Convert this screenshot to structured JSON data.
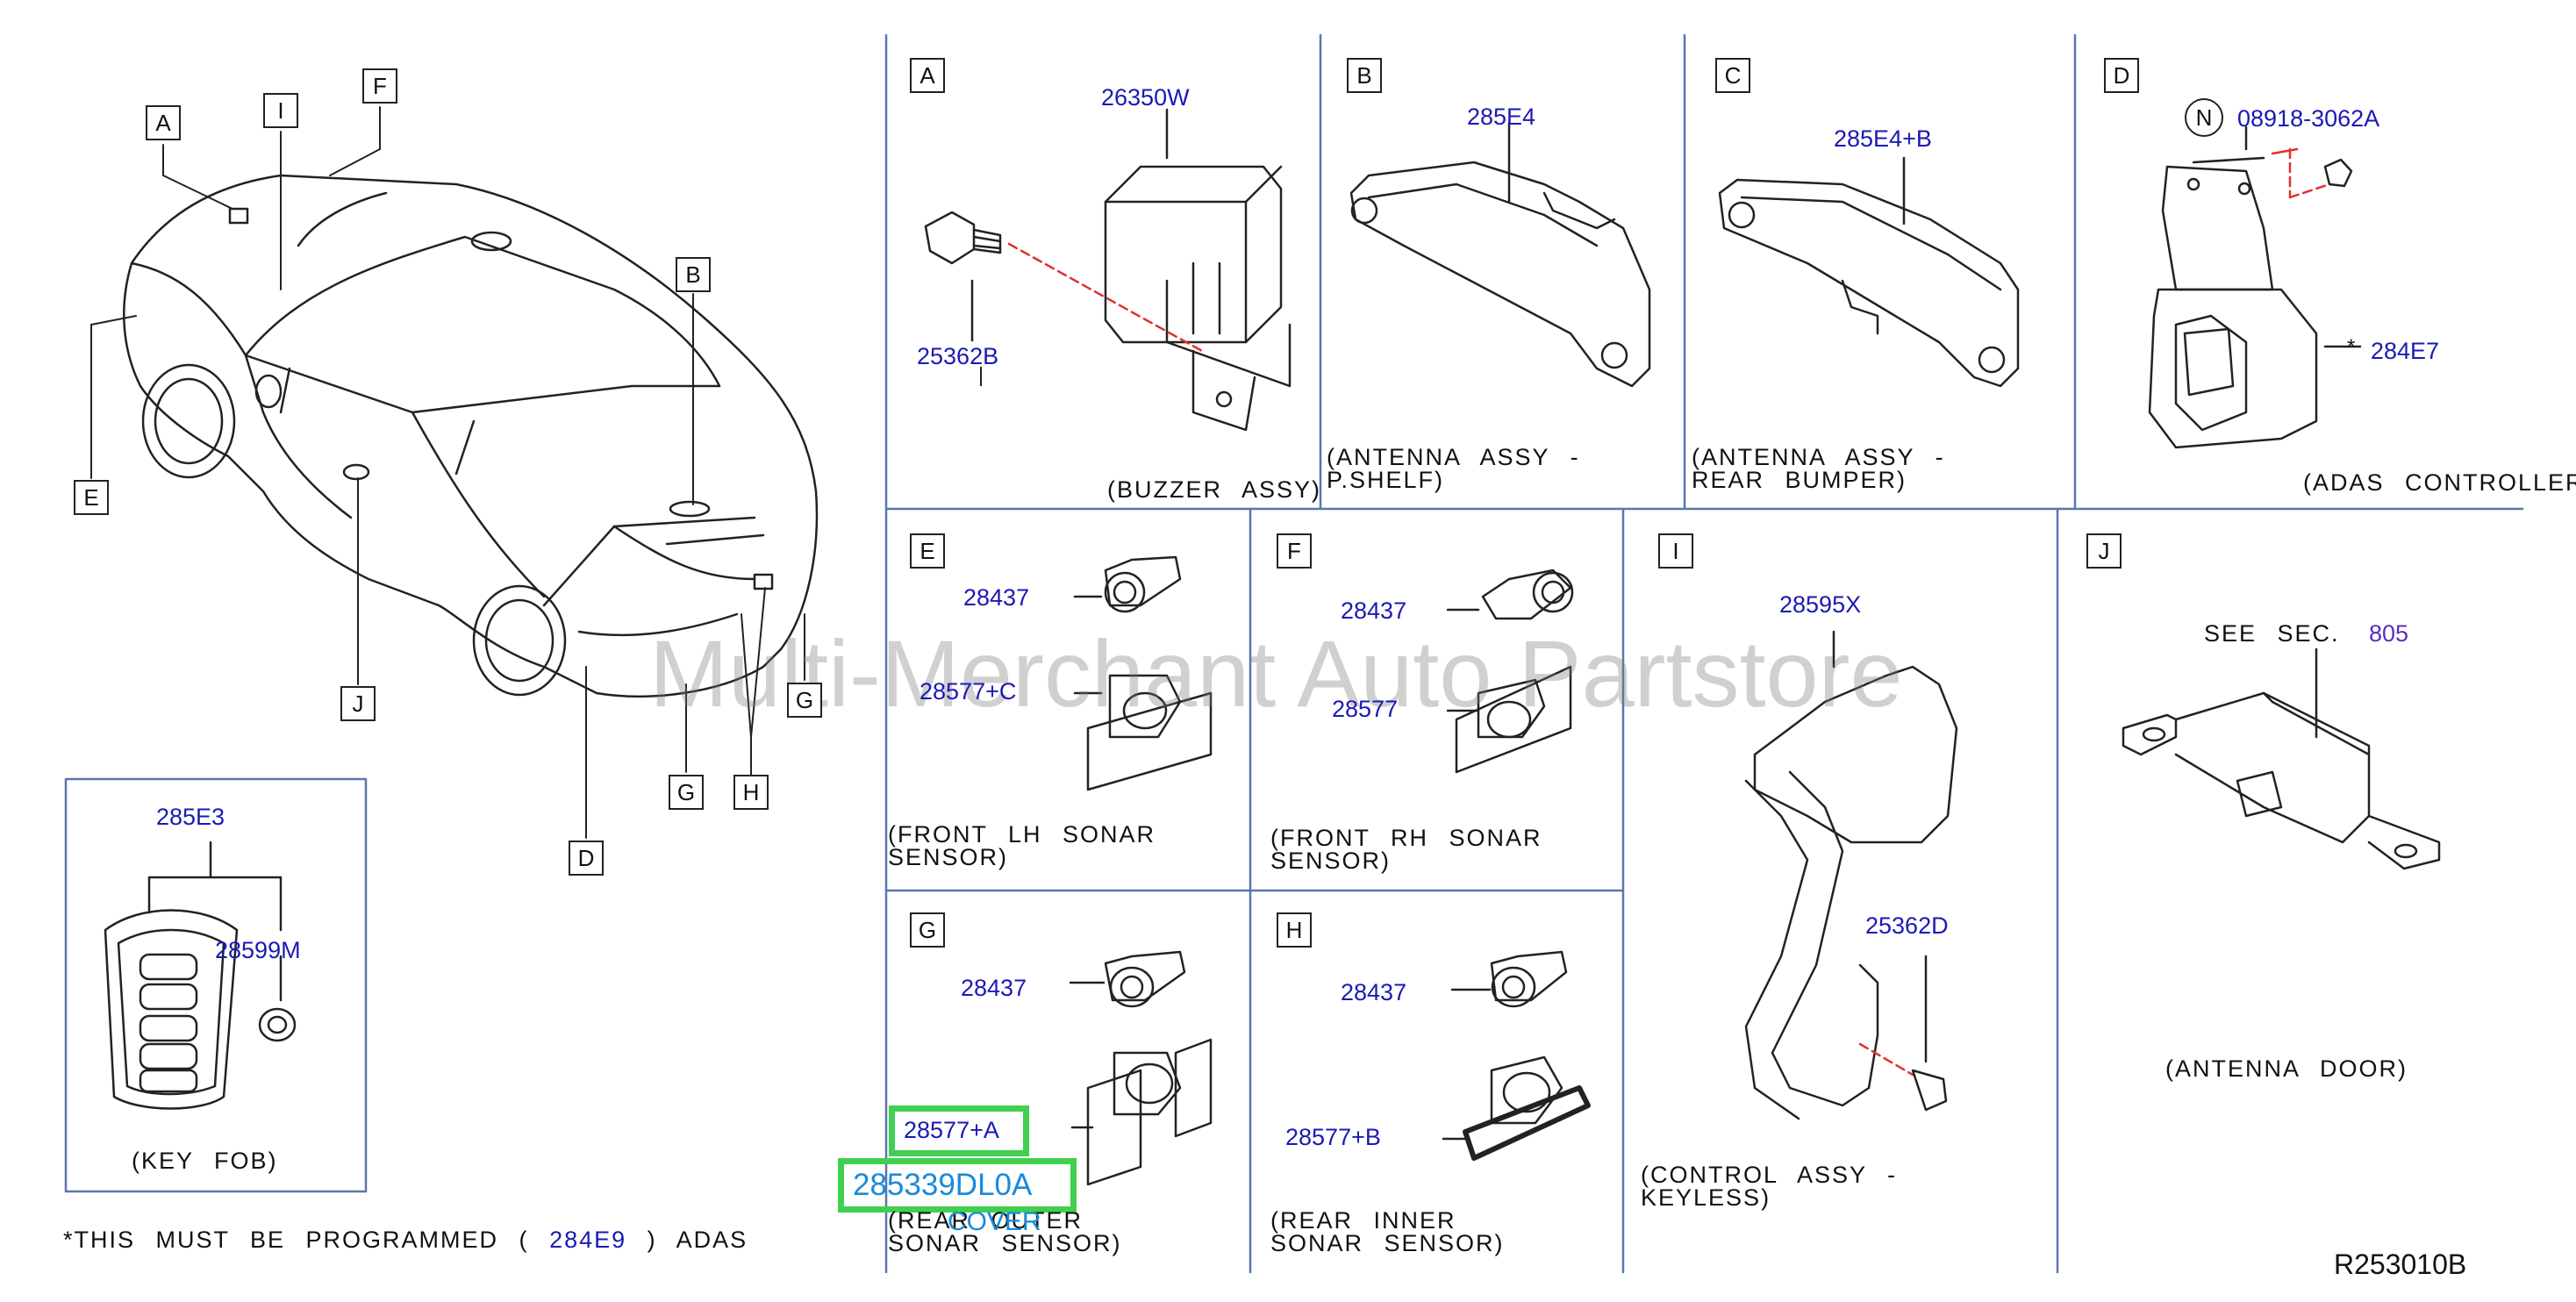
{
  "diagram_code": "R253010B",
  "watermark": "Multi-Merchant Auto Partstore",
  "footnote": {
    "pre": "*THIS MUST BE PROGRAMMED (",
    "part": "284E9",
    "post": ") ADAS"
  },
  "car_callouts": [
    "A",
    "I",
    "F",
    "B",
    "E",
    "J",
    "G",
    "G",
    "H",
    "D"
  ],
  "keyfob": {
    "part_main": "285E3",
    "part_battery": "28599M",
    "caption": "(KEY FOB)"
  },
  "panels": {
    "A": {
      "letter": "A",
      "parts": [
        "26350W",
        "25362B"
      ],
      "caption": "(BUZZER ASSY)"
    },
    "B": {
      "letter": "B",
      "parts": [
        "285E4"
      ],
      "caption": [
        "(ANTENNA ASSY -",
        "P.SHELF)"
      ]
    },
    "C": {
      "letter": "C",
      "parts": [
        "285E4+B"
      ],
      "caption": [
        "(ANTENNA ASSY -",
        "REAR BUMPER)"
      ]
    },
    "D": {
      "letter": "D",
      "note_symbol": "N",
      "parts": [
        "08918-3062A",
        "284E7"
      ],
      "asterisk": "*",
      "caption": "(ADAS CONTROLLER)"
    },
    "E": {
      "letter": "E",
      "parts": [
        "28437",
        "28577+C"
      ],
      "caption": [
        "(FRONT LH SONAR",
        "SENSOR)"
      ]
    },
    "F": {
      "letter": "F",
      "parts": [
        "28437",
        "28577"
      ],
      "caption": [
        "(FRONT RH SONAR",
        "SENSOR)"
      ]
    },
    "I": {
      "letter": "I",
      "parts": [
        "28595X",
        "25362D"
      ],
      "caption": [
        "(CONTROL ASSY -",
        "KEYLESS)"
      ]
    },
    "J": {
      "letter": "J",
      "see_text": "SEE SEC.",
      "see_ref": "805",
      "caption": "(ANTENNA DOOR)"
    },
    "G": {
      "letter": "G",
      "parts": [
        "28437",
        "28577+A"
      ],
      "highlight_part": "285339DL0A",
      "highlight_sub": "COVER",
      "caption": [
        "(REAR OUTER",
        "SONAR SENSOR)"
      ]
    },
    "H": {
      "letter": "H",
      "parts": [
        "28437",
        "28577+B"
      ],
      "caption": [
        "(REAR INNER",
        "SONAR SENSOR)"
      ]
    }
  }
}
